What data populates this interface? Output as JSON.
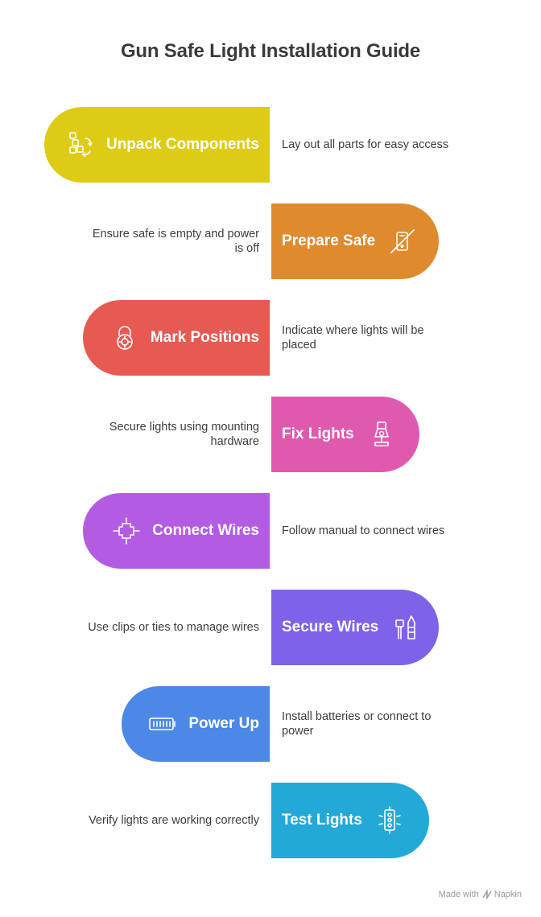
{
  "title": "Gun Safe Light Installation Guide",
  "steps": [
    {
      "label": "Unpack Components",
      "description": "Lay out all parts for easy access",
      "color": "#DECB16",
      "side": "left",
      "icon": "puzzle-pieces-icon"
    },
    {
      "label": "Prepare Safe",
      "description": "Ensure safe is empty and power is off",
      "color": "#E08A2E",
      "side": "right",
      "icon": "power-off-icon"
    },
    {
      "label": "Mark Positions",
      "description": "Indicate where lights will be placed",
      "color": "#E65A52",
      "side": "left",
      "icon": "target-lock-icon"
    },
    {
      "label": "Fix Lights",
      "description": "Secure lights using mounting hardware",
      "color": "#DF5AAE",
      "side": "right",
      "icon": "lamp-icon"
    },
    {
      "label": "Connect Wires",
      "description": "Follow manual to connect wires",
      "color": "#B35CE3",
      "side": "left",
      "icon": "circuit-connector-icon"
    },
    {
      "label": "Secure Wires",
      "description": "Use clips or ties to manage wires",
      "color": "#7E63E8",
      "side": "right",
      "icon": "cable-clips-icon"
    },
    {
      "label": "Power Up",
      "description": "Install batteries or connect to power",
      "color": "#4C88E6",
      "side": "left",
      "icon": "battery-icon"
    },
    {
      "label": "Test Lights",
      "description": "Verify lights are working correctly",
      "color": "#22A9D8",
      "side": "right",
      "icon": "traffic-light-icon"
    }
  ],
  "footer": {
    "made_with": "Made with",
    "brand": "Napkin"
  }
}
